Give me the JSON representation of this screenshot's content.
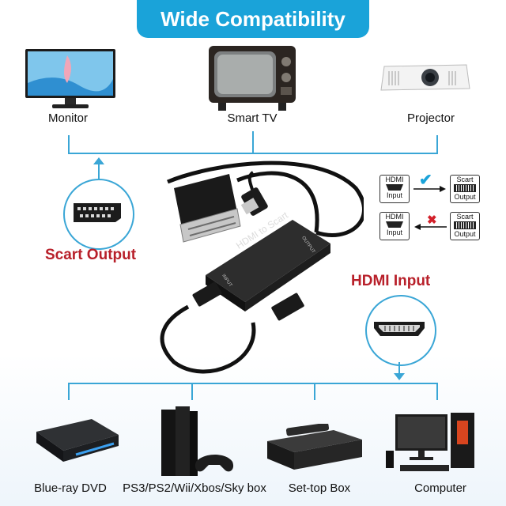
{
  "banner": {
    "title": "Wide Compatibility"
  },
  "outputs": [
    {
      "label": "Monitor",
      "icon": "monitor-icon"
    },
    {
      "label": "Smart TV",
      "icon": "retro-tv-icon"
    },
    {
      "label": "Projector",
      "icon": "projector-icon"
    }
  ],
  "inputs": [
    {
      "label": "Blue-ray DVD",
      "icon": "bluray-player-icon"
    },
    {
      "label": "PS3/PS2/Wii/Xbos/Sky box",
      "icon": "game-console-icon"
    },
    {
      "label": "Set-top Box",
      "icon": "set-top-box-icon"
    },
    {
      "label": "Computer",
      "icon": "desktop-computer-icon"
    }
  ],
  "scart_output": {
    "label": "Scart Output"
  },
  "hdmi_input": {
    "label": "HDMI Input"
  },
  "device": {
    "name": "HDMI to Scart",
    "port_out": "OUTPUT",
    "port_in": "INPUT"
  },
  "direction": {
    "valid": {
      "from_top": "HDMI",
      "from_bottom": "Input",
      "to_top": "Scart",
      "to_bottom": "Output",
      "mark": "✔"
    },
    "invalid": {
      "from_top": "HDMI",
      "from_bottom": "Input",
      "to_top": "Scart",
      "to_bottom": "Output",
      "mark": "✖"
    }
  },
  "colors": {
    "accent": "#1aa3d9",
    "line": "#3aa6d6",
    "emphasis": "#b8202a"
  }
}
